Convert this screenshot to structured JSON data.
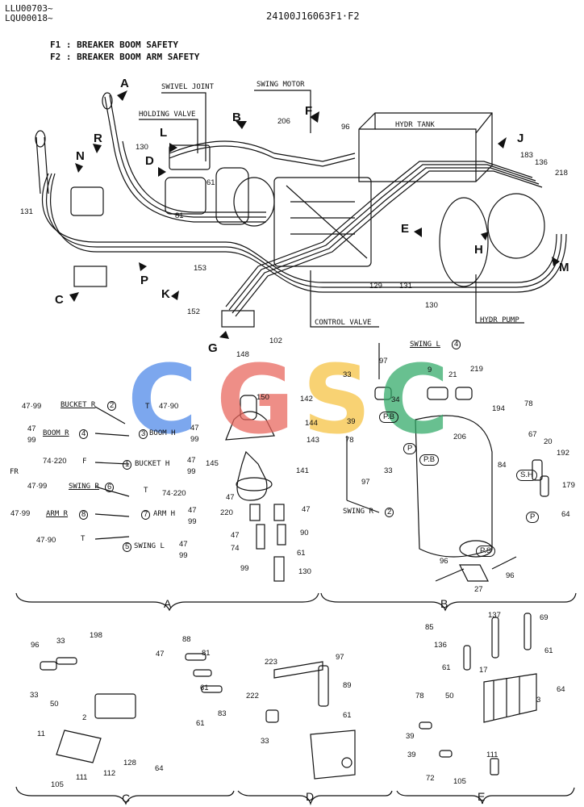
{
  "header": {
    "serial_1": "LLU00703~",
    "serial_2": "LQU00018~",
    "doc_number": "24100J16063F1·F2",
    "f1": "F1 : BREAKER BOOM SAFETY",
    "f2": "F2 : BREAKER BOOM ARM SAFETY"
  },
  "components": {
    "swivel_joint": "SWIVEL JOINT",
    "swing_motor": "SWING MOTOR",
    "holding_valve": "HOLDING VALVE",
    "hydr_tank": "HYDR TANK",
    "control_valve": "CONTROL VALVE",
    "hydr_pump": "HYDR PUMP"
  },
  "view_letters": [
    "A",
    "B",
    "C",
    "D",
    "E",
    "F",
    "G",
    "H",
    "J",
    "K",
    "L",
    "M",
    "N",
    "P",
    "R"
  ],
  "top_numbers": [
    "130",
    "131",
    "206",
    "96",
    "183",
    "136",
    "218",
    "61",
    "81",
    "153",
    "152",
    "129",
    "131",
    "130",
    "102"
  ],
  "section_a": {
    "bucket_r": "BUCKET R",
    "bucket_r_num": "2",
    "boom_r": "BOOM R",
    "boom_r_num": "4",
    "boom_h": "BOOM H",
    "boom_h_num": "3",
    "bucket_h": "BUCKET H",
    "bucket_h_num": "1",
    "swing_r": "SWING R",
    "swing_r_num": "6",
    "arm_r": "ARM R",
    "arm_r_num": "8",
    "arm_h": "ARM H",
    "arm_h_num": "7",
    "swing_l": "SWING L",
    "swing_l_num": "5",
    "fr": "FR",
    "t": "T",
    "f": "F",
    "v_47_99": "47·99",
    "v_47_90": "47·90",
    "v_74_220": "74·220",
    "v_47": "47",
    "v_99": "99",
    "parts": [
      "148",
      "150",
      "142",
      "144",
      "143",
      "145",
      "141",
      "47",
      "220",
      "47",
      "47",
      "74",
      "90",
      "61",
      "99",
      "130"
    ]
  },
  "section_b": {
    "swing_l": "SWING L",
    "swing_l_num": "4",
    "swing_r": "SWING R",
    "swing_r_num": "2",
    "p": "P",
    "pb": "P.B",
    "sh": "S.H",
    "ps": "P.S",
    "parts": [
      "97",
      "33",
      "9",
      "21",
      "219",
      "34",
      "39",
      "78",
      "206",
      "194",
      "78",
      "67",
      "20",
      "192",
      "84",
      "179",
      "33",
      "97",
      "64",
      "96",
      "96",
      "27"
    ]
  },
  "section_c": {
    "parts": [
      "96",
      "33",
      "198",
      "33",
      "50",
      "2",
      "11",
      "105",
      "111",
      "112",
      "128",
      "47",
      "88",
      "81",
      "61",
      "83",
      "61",
      "64"
    ]
  },
  "section_d": {
    "parts": [
      "223",
      "97",
      "89",
      "222",
      "61",
      "33"
    ]
  },
  "section_e": {
    "parts": [
      "85",
      "137",
      "69",
      "136",
      "61",
      "17",
      "61",
      "64",
      "78",
      "50",
      "3",
      "39",
      "39",
      "72",
      "111",
      "105"
    ]
  },
  "section_titles": {
    "a": "A",
    "b": "B",
    "c": "C",
    "d": "D",
    "e": "E"
  },
  "watermark": {
    "c1": "C",
    "g": "G",
    "s": "S",
    "c2": "C"
  },
  "colors": {
    "line": "#111111",
    "wm_blue": "#4a86e8",
    "wm_red": "#e8635a",
    "wm_yellow": "#f6c23e",
    "wm_green": "#2fa866"
  }
}
